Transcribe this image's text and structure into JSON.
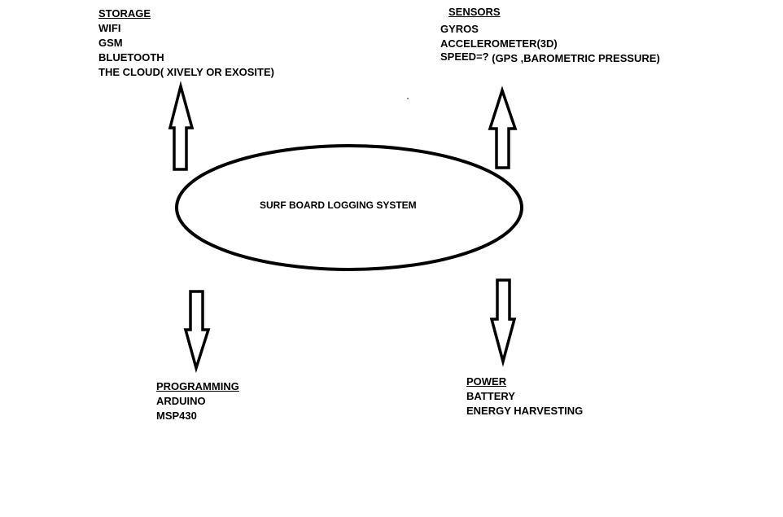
{
  "center": {
    "label": "SURF BOARD LOGGING SYSTEM"
  },
  "storage": {
    "heading": "STORAGE",
    "items": [
      "WIFI",
      "GSM",
      "BLUETOOTH",
      "THE CLOUD( XIVELY OR EXOSITE)"
    ]
  },
  "sensors": {
    "heading": "SENSORS",
    "items": [
      "GYROS",
      "ACCELEROMETER(3D)",
      "SPEED=?"
    ],
    "speed_note": "(GPS ,BAROMETRIC PRESSURE)"
  },
  "programming": {
    "heading": "PROGRAMMING",
    "items": [
      "ARDUINO",
      "MSP430"
    ]
  },
  "power": {
    "heading": "POWER",
    "items": [
      "BATTERY",
      "ENERGY HARVESTING"
    ]
  }
}
